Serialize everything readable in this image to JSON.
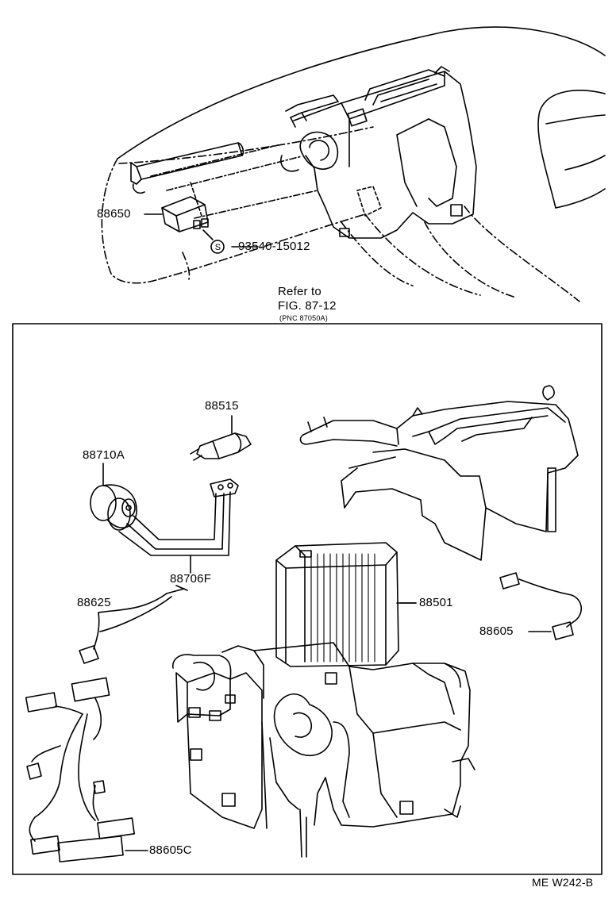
{
  "diagram": {
    "callouts": {
      "p88650": "88650",
      "p93540": "93540-15012",
      "p88515": "88515",
      "p88710A": "88710A",
      "p88706F": "88706F",
      "p88625": "88625",
      "p88501": "88501",
      "p88605": "88605",
      "p88605C": "88605C"
    },
    "screw_symbol": "S",
    "refer": {
      "line1": "Refer to",
      "line2": "FIG. 87-12",
      "line3": "(PNC 87050A)"
    },
    "footer_code": "ME W242-B"
  }
}
